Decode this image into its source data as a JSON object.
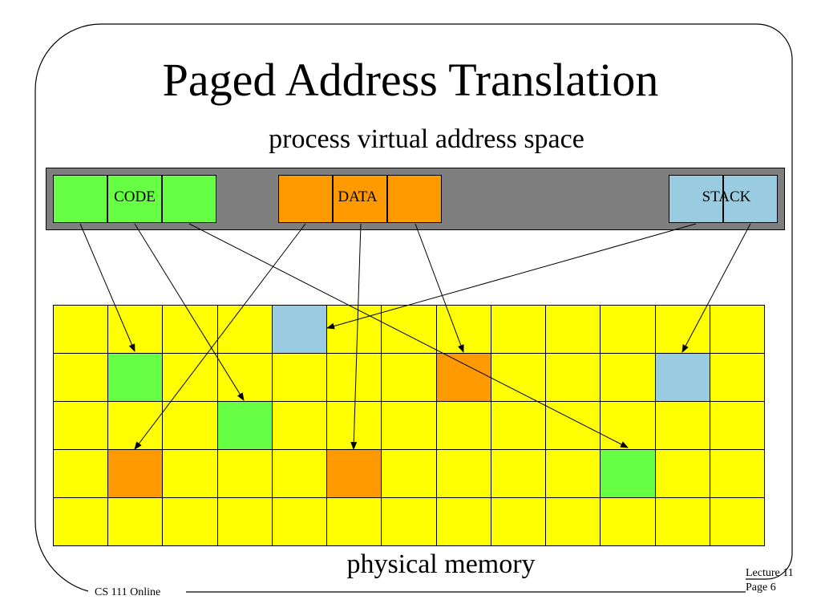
{
  "slide": {
    "title": "Paged Address Translation",
    "subtitle": "process virtual address space",
    "physical_label": "physical memory",
    "footer_left": "CS 111 Online",
    "footer_lecture": "Lecture 11",
    "footer_page": "Page 6"
  },
  "colors": {
    "code": "#66ff44",
    "data": "#ff9900",
    "stack": "#99cce0",
    "free": "#ffff00",
    "bar": "#7f7f7f"
  },
  "virtual": {
    "segments": [
      {
        "name": "code",
        "label": "CODE",
        "pages": 3
      },
      {
        "name": "data",
        "label": "DATA",
        "pages": 3
      },
      {
        "name": "stack",
        "label": "STACK",
        "pages": 2
      }
    ]
  },
  "memory": {
    "rows": 5,
    "cols": 13,
    "mappings": [
      {
        "segment": "code",
        "page": 0,
        "row": 1,
        "col": 1
      },
      {
        "segment": "code",
        "page": 1,
        "row": 2,
        "col": 3
      },
      {
        "segment": "code",
        "page": 2,
        "row": 3,
        "col": 10
      },
      {
        "segment": "data",
        "page": 0,
        "row": 3,
        "col": 1
      },
      {
        "segment": "data",
        "page": 1,
        "row": 3,
        "col": 5
      },
      {
        "segment": "data",
        "page": 2,
        "row": 1,
        "col": 7
      },
      {
        "segment": "stack",
        "page": 0,
        "row": 0,
        "col": 4
      },
      {
        "segment": "stack",
        "page": 1,
        "row": 1,
        "col": 11
      }
    ]
  }
}
